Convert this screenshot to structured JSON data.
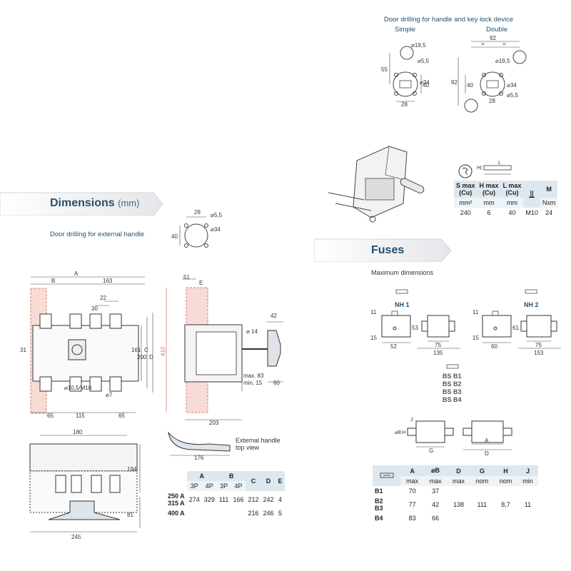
{
  "door_drilling_handle_keylock": {
    "title": "Door drilling for handle and key lock device",
    "simple_label": "Simple",
    "double_label": "Double",
    "simple_dims": {
      "d1": "⌀19,5",
      "d2": "⌀5,5",
      "d3": "⌀34",
      "h1": "55",
      "h2": "40",
      "w": "28"
    },
    "double_dims": {
      "top": "92",
      "s1": "=",
      "s2": "=",
      "d1": "⌀19,5",
      "d2": "⌀34",
      "d3": "⌀5,5",
      "h1": "92",
      "h2": "40",
      "w": "28"
    }
  },
  "dimensions_section": {
    "title": "Dimensions",
    "unit": "(mm)",
    "door_drilling_external": "Door drilling for external handle",
    "ext_drill_dims": {
      "w": "28",
      "d1": "⌀5,5",
      "d2": "⌀34",
      "h": "40"
    },
    "front_view": {
      "A": "A",
      "B": "B",
      "w163": "163",
      "w30": "30",
      "w22": "22",
      "h31": "31",
      "h161": "161",
      "h200": "200",
      "C": "C",
      "D": "D",
      "hole1": "⌀10,5/M10",
      "hole2": "⌀7",
      "b65a": "65",
      "b115": "115",
      "b65b": "65"
    },
    "side_view": {
      "w51": "51",
      "E": "E",
      "h410": "410",
      "d14": "⌀ 14",
      "w42": "42",
      "max83": "max. 83",
      "min15": "min. 15",
      "w60": "60",
      "w203": "203"
    },
    "bottom_view": {
      "w180": "180",
      "h194": "194",
      "h81": "81",
      "w245": "245"
    },
    "handle_top": {
      "label1": "External handle",
      "label2": "top view",
      "w176": "176"
    }
  },
  "dims_table": {
    "headers": [
      "A",
      "B",
      "C",
      "D",
      "E"
    ],
    "sub_headers": [
      "3P",
      "4P",
      "3P",
      "4P"
    ],
    "rows": [
      {
        "label": "250 A",
        "label2": "315 A",
        "a3": "274",
        "a4": "329",
        "b3": "111",
        "b4": "166",
        "c": "212",
        "d": "242",
        "e": "4"
      },
      {
        "label": "400 A",
        "c": "216",
        "d": "246",
        "e": "5"
      }
    ]
  },
  "terminal_table": {
    "headers": [
      "S max (Cu)",
      "H max (Cu)",
      "L max (Cu)",
      "M"
    ],
    "h1a": "S max",
    "h1b": "(Cu)",
    "h2a": "H max",
    "h2b": "(Cu)",
    "h3a": "L max",
    "h3b": "(Cu)",
    "h4": "M",
    "units": [
      "mm²",
      "mm",
      "mm",
      "",
      "Nxm"
    ],
    "values": [
      "240",
      "6",
      "40",
      "M10",
      "24"
    ],
    "icon_labels": {
      "H": "H",
      "L": "L"
    }
  },
  "fuses_section": {
    "title": "Fuses",
    "subtitle": "Maximum dimensions",
    "nh1": {
      "label": "NH 1",
      "h11": "11",
      "h15": "15",
      "w52": "52",
      "h53": "53",
      "w75": "75",
      "w135": "135"
    },
    "nh2": {
      "label": "NH 2",
      "h11": "11",
      "h15": "15",
      "w60": "60",
      "h61": "61",
      "w75": "75",
      "w153": "153"
    },
    "bs_labels": [
      "BS B1",
      "BS B2",
      "BS B3",
      "BS B4"
    ],
    "bs_dims": {
      "J": "J",
      "H": "H",
      "B": "⌀B",
      "G": "G",
      "A": "A",
      "D": "D"
    }
  },
  "fuse_table": {
    "headers": [
      "A",
      "⌀B",
      "D",
      "G",
      "H",
      "J"
    ],
    "sub_headers": [
      "max",
      "max",
      "max",
      "nom",
      "nom",
      "min"
    ],
    "rows": [
      {
        "label": "B1",
        "a": "70",
        "b": "37"
      },
      {
        "label": "B2",
        "label2": "B3",
        "a": "77",
        "b": "42",
        "d": "138",
        "g": "111",
        "h": "8,7",
        "j": "11"
      },
      {
        "label": "B4",
        "a": "83",
        "b": "66"
      }
    ]
  }
}
